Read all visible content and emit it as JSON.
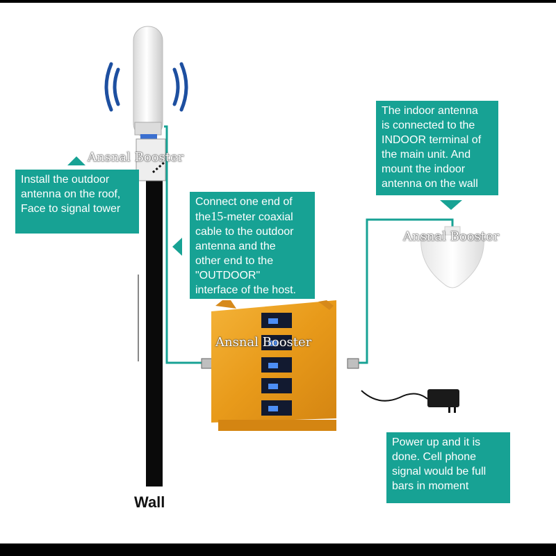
{
  "callouts": {
    "outdoor": {
      "lines": [
        "Install the outdoor",
        "antenna on the roof,",
        "Face to signal tower"
      ]
    },
    "cable": {
      "line1_prefix": "Connect one end of",
      "line2_pre": "the",
      "line2_num": "15",
      "line2_post": "-meter coaxial",
      "lines_rest": [
        "cable to the outdoor",
        "antenna and the",
        "other end to the",
        "\"OUTDOOR\"",
        "interface of the host."
      ]
    },
    "indoor": {
      "lines": [
        "The indoor antenna",
        "is connected to the",
        "INDOOR terminal of",
        "the main unit. And",
        "mount the indoor",
        "antenna on the wall"
      ]
    },
    "power": {
      "lines": [
        "Power up and it is",
        "done. Cell phone",
        "signal would be full",
        "bars in moment"
      ]
    }
  },
  "wall_label": "Wall",
  "watermark": "Ansnal Booster",
  "colors": {
    "callout": "#17a294",
    "booster": "#e8a020",
    "cable": "#17a294"
  },
  "icons": [
    "signal-waves-icon",
    "arrow-up-icon",
    "arrow-left-icon",
    "arrow-down-icon"
  ]
}
